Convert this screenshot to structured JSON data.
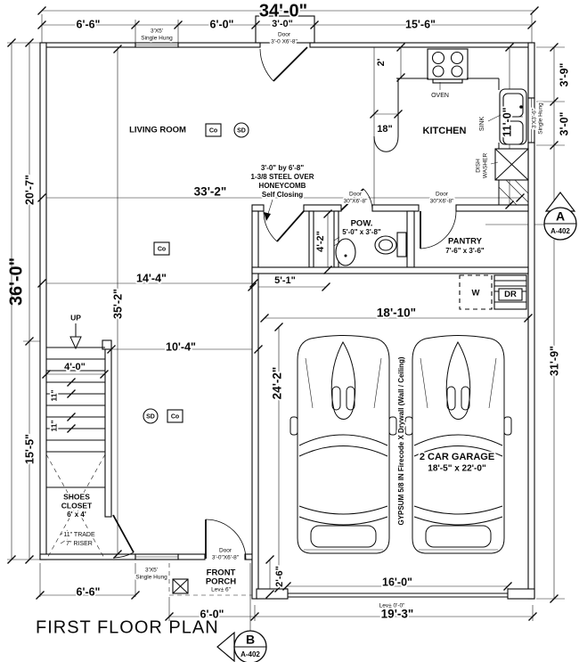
{
  "title": "FIRST FLOOR PLAN",
  "dims": {
    "top_overall": "34'-0\"",
    "top_left": "6'-6\"",
    "top_mid": "6'-0\"",
    "top_door": "3'-0\"",
    "top_right": "15'-6\"",
    "left_overall": "36'-0\"",
    "left_upper": "20'-7\"",
    "left_lower": "15'-5\"",
    "interior_height": "35'-2\"",
    "living_width": "33'-2\"",
    "living_mid": "14'-4\"",
    "stair_landing": "10'-4\"",
    "stair_width": "4'-0\"",
    "tread_upper": "11\"",
    "tread_lower": "11\"",
    "right_upper": "3'-9\"",
    "right_window": "3'-0\"",
    "right_lower": "31'-9\"",
    "counter_depth": "2'",
    "kitchen_length": "11'-0\"",
    "peninsula_width": "18\"",
    "hall_width": "5'-1\"",
    "chase_height": "4'-2\"",
    "garage_width": "18'-10\"",
    "garage_depth": "24'-2\"",
    "garage_door": "16'-0\"",
    "bottom_left": "6'-6\"",
    "porch_width": "6'-0\"",
    "bottom_right": "19'-3\"",
    "step_depth": "2'-6\""
  },
  "rooms": {
    "living": "LIVING ROOM",
    "kitchen": "KITCHEN",
    "powder": {
      "name": "POW.",
      "size": "5'-0\" x 3'-8\""
    },
    "pantry": {
      "name": "PANTRY",
      "size": "7'-6\" x 3'-6\""
    },
    "garage": {
      "name": "2 CAR GARAGE",
      "size": "18'-5\" x 22'-0\"",
      "level": "Lev± 0'-0\""
    },
    "closet": {
      "line1": "SHOES",
      "line2": "CLOSET",
      "size": "6' x 4'"
    },
    "porch": {
      "line1": "FRONT",
      "line2": "PORCH",
      "level": "Lev± 6\""
    }
  },
  "windows": {
    "top": {
      "size": "3'X5'",
      "type": "Single Hung"
    },
    "bottom": {
      "size": "3'X5'",
      "type": "Single Hung"
    },
    "kitchen": {
      "size": "3'X3'-6\"",
      "type": "Single Hung"
    }
  },
  "doors": {
    "entry": {
      "label": "Door",
      "size": "3'-0 X6'-8\""
    },
    "powder": {
      "label": "Door",
      "size": "30\"X6'-8\""
    },
    "pantry": {
      "label": "Door",
      "size": "30\"X6'-8\""
    },
    "front": {
      "label": "Door",
      "size": "3'-0\"X6'-8\""
    }
  },
  "notes": {
    "steel1": "3'-0\" by 6'-8\"",
    "steel2": "1-3/8 STEEL OVER",
    "steel3": "HONEYCOMB",
    "steel4": "Self Closing",
    "gypsum": "GYPSUM 5/8 IN Firecode X Drywall (Wall / Ceiling)",
    "up": "UP",
    "trade": "11\" TRADE",
    "riser": "7\" RISER"
  },
  "appliances": {
    "oven": "OVEN",
    "sink": "SINK",
    "dw1": "DISH",
    "dw2": "WASHER",
    "washer": "W",
    "dryer": "DR"
  },
  "detectors": {
    "co": "Co",
    "smoke": "SD"
  },
  "markers": {
    "a": {
      "letter": "A",
      "sheet": "A-402"
    },
    "b": {
      "letter": "B",
      "sheet": "A-402"
    }
  }
}
